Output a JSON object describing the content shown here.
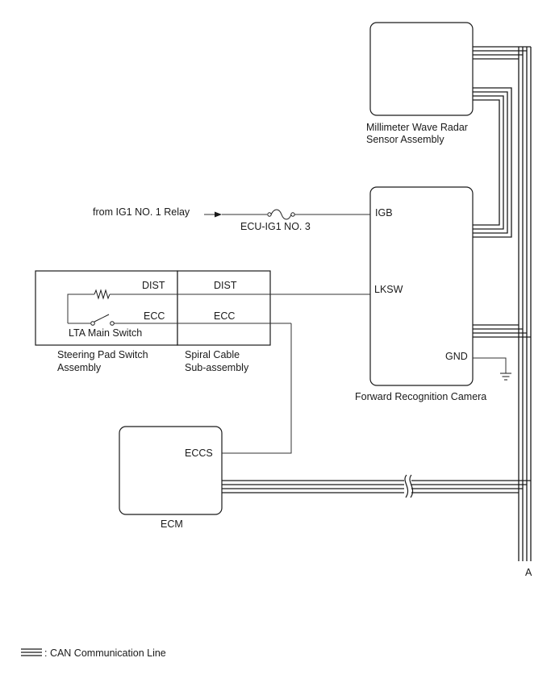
{
  "components": {
    "radar": {
      "name_line1": "Millimeter Wave Radar",
      "name_line2": "Sensor Assembly"
    },
    "camera": {
      "name": "Forward Recognition Camera",
      "pin_igb": "IGB",
      "pin_lksw": "LKSW",
      "pin_gnd": "GND"
    },
    "steering_pad": {
      "name_line1": "Steering Pad Switch",
      "name_line2": "Assembly",
      "pin_dist": "DIST",
      "pin_ecc": "ECC",
      "switch_label": "LTA Main Switch"
    },
    "spiral_cable": {
      "name_line1": "Spiral Cable",
      "name_line2": "Sub-assembly",
      "pin_dist": "DIST",
      "pin_ecc": "ECC"
    },
    "ecm": {
      "name": "ECM",
      "pin_eccs": "ECCS"
    }
  },
  "power": {
    "source": "from IG1 NO. 1 Relay",
    "fuse": "ECU-IG1 NO. 3"
  },
  "connector": {
    "label": "A"
  },
  "legend": {
    "label": ": CAN Communication Line"
  }
}
